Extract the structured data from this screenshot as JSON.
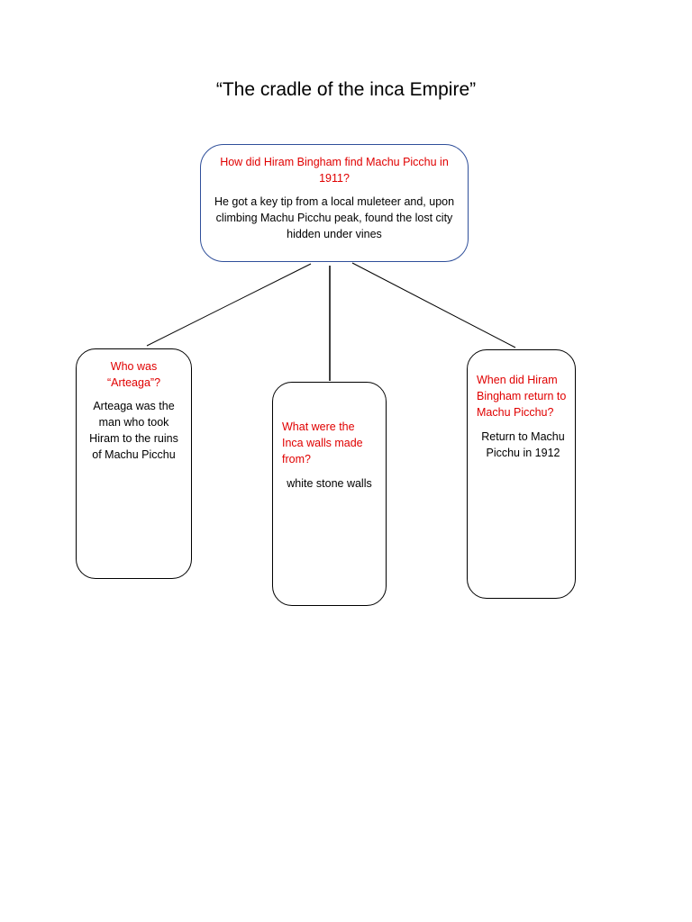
{
  "title": "“The cradle of the inca Empire”",
  "colors": {
    "question": "#e00000",
    "answer": "#000000",
    "main_border": "#2f4f9a",
    "box_border": "#000000"
  },
  "main_box": {
    "question": "How did Hiram Bingham find Machu Picchu in 1911?",
    "answer": "He got a key tip from a local muleteer and, upon climbing Machu Picchu peak, found the lost city hidden under vines"
  },
  "left_box": {
    "question": "Who was “Arteaga”?",
    "answer": "Arteaga was the man who took Hiram to the ruins of Machu Picchu"
  },
  "center_box": {
    "question": "What were the Inca walls made from?",
    "answer": "white stone walls"
  },
  "right_box": {
    "question": "When did Hiram Bingham return to Machu Picchu?",
    "answer": "Return to Machu Picchu in 1912"
  }
}
